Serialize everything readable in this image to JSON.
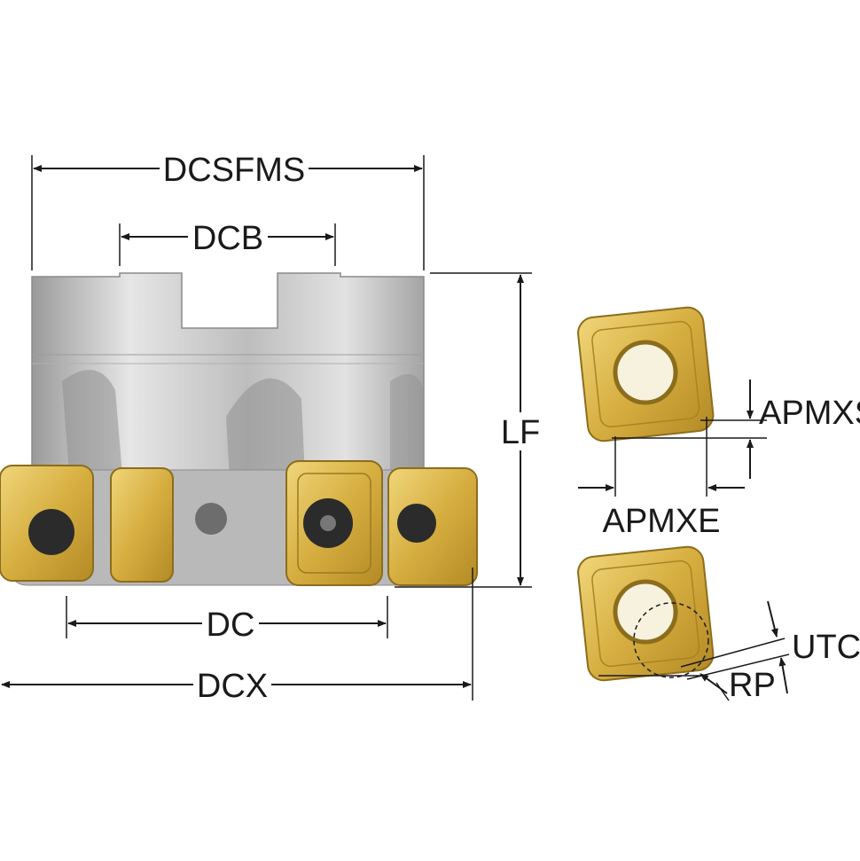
{
  "labels": {
    "dcsfms": "DCSFMS",
    "dcb": "DCB",
    "lf": "LF",
    "dc": "DC",
    "dcx": "DCX",
    "apmxs": "APMXS",
    "apmxe": "APMXE",
    "utc": "UTC",
    "rp": "RP"
  },
  "colors": {
    "body_steel": "#c9c9c9",
    "insert_gold": "#d9b54a",
    "screw_dark": "#2b2b2b",
    "line": "#1a1a1a"
  },
  "icons": [
    "milling-cutter-body",
    "square-insert",
    "torx-screw"
  ]
}
